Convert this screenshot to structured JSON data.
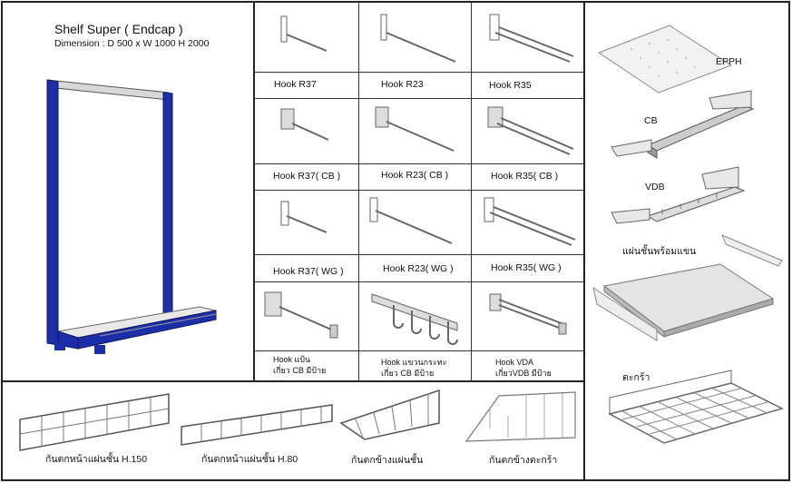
{
  "shelf": {
    "title": "Shelf Super ( Endcap )",
    "dimension": "Dimension : D 500 x W 1000 H 2000"
  },
  "hooks": [
    {
      "label": "Hook R37"
    },
    {
      "label": "Hook R23"
    },
    {
      "label": "Hook R35"
    },
    {
      "label": "Hook R37( CB )"
    },
    {
      "label": "Hook R23( CB )"
    },
    {
      "label": "Hook R35( CB )"
    },
    {
      "label": "Hook R37( WG )"
    },
    {
      "label": "Hook R23( WG )"
    },
    {
      "label": "Hook R35( WG )"
    },
    {
      "label": "Hook แป้น",
      "sub": "เกี่ยว CB มีป้าย"
    },
    {
      "label": "Hook แขวนกระทะ",
      "sub": "เกี่ยว CB มีป้าย"
    },
    {
      "label": "Hook VDA",
      "sub": "เกี่ยวVDB มีป้าย"
    }
  ],
  "accessories": {
    "epph": "EPPH",
    "cb": "CB",
    "vdb": "VDB",
    "shelf_bracket": "แผ่นชั้นพร้อมแขน",
    "basket": "ตะกร้า"
  },
  "fences": [
    {
      "label": "กันตกหน้าแผ่นชั้น H.150"
    },
    {
      "label": "กันตกหน้าแผ่นชั้น H.80"
    },
    {
      "label": "กันตกข้างแผ่นชั้น"
    },
    {
      "label": "กันตกข้างตะกร้า"
    }
  ],
  "colors": {
    "upright": "#1c2fa8",
    "metal": "#888888"
  }
}
